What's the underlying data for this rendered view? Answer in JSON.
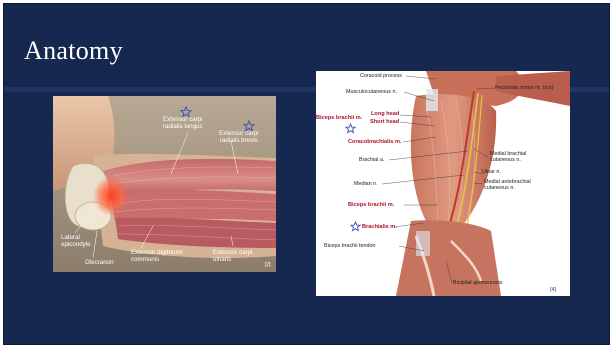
{
  "slide": {
    "title": "Anatomy"
  },
  "left_figure": {
    "labels": {
      "ecrl": "Extensor carpi\nradialis longus",
      "ecrb": "Extensor carpi\nradialis brevis",
      "lateral_epicondyle": "Lateral\nepicondyle",
      "olecranon": "Olecranon",
      "edc": "Extensor digitorum\ncommunis",
      "ecu": "Extensor carpi\nulnaris",
      "ref": "[2]"
    }
  },
  "right_figure": {
    "labels": {
      "coracoid": "Coracoid process",
      "musculocutaneous": "Musculocutaneous n.",
      "pectoralis": "Pectoralis minor m. (cut)",
      "biceps_title": "Biceps brachii m.",
      "long_head": "Long head",
      "short_head": "Short head",
      "coracobrachialis": "Coracobrachialis m.",
      "medial_brachial": "Medial brachial\ncutaneous n.",
      "brachial_a": "Brachial a.",
      "ulnar": "Ulnar n.",
      "median": "Median n.",
      "medial_antebrachial": "Medial antebrachial\ncutaneous n.",
      "biceps_brachii": "Biceps brachii m.",
      "brachialis": "Brachialis m.",
      "biceps_tendon": "Biceps brachii tendon",
      "bicipital": "Bicipital aponeurosis",
      "ref": "[4]"
    }
  },
  "colors": {
    "background": "#16284f",
    "accent_red": "#b0102a",
    "star": "#3a5ab4"
  }
}
